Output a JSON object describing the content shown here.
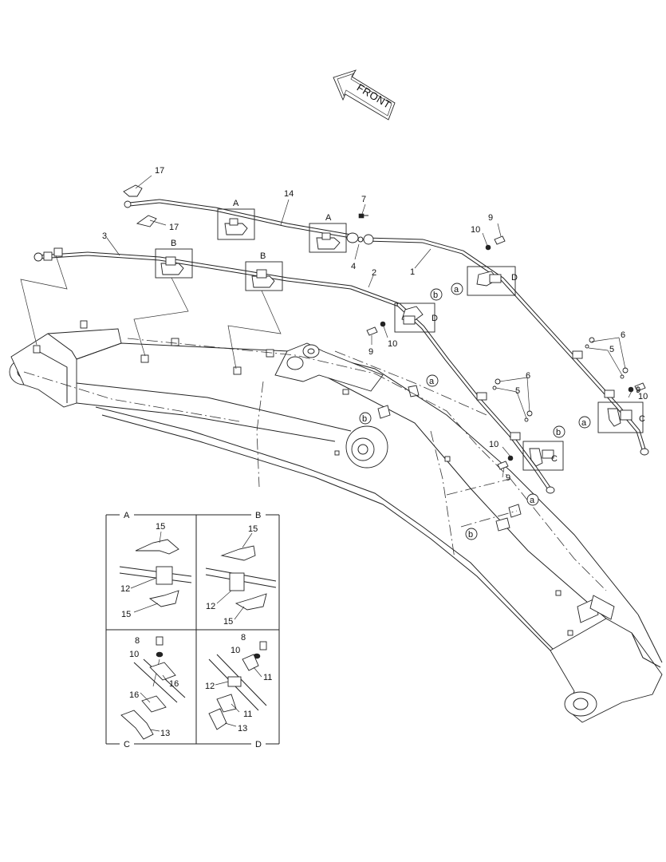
{
  "orientation": {
    "label": "FRONT",
    "icon": "front-direction-arrow"
  },
  "callouts": {
    "c1": "1",
    "c2": "2",
    "c3": "3",
    "c4": "4",
    "c5a": "5",
    "c5b": "5",
    "c6a": "6",
    "c6b": "6",
    "c7": "7",
    "c9a": "9",
    "c9b": "9",
    "c9c": "9",
    "c9d": "9",
    "c10a": "10",
    "c10b": "10",
    "c10c": "10",
    "c10d": "10",
    "c14": "14",
    "c17a": "17",
    "c17b": "17"
  },
  "view_labels": {
    "a1": "A",
    "a2": "A",
    "b1": "B",
    "b2": "B",
    "c1": "C",
    "c2": "C",
    "d1": "D",
    "d2": "D"
  },
  "ref_markers": {
    "a1": "a",
    "a2": "a",
    "a3": "a",
    "a4": "a",
    "b1": "b",
    "b2": "b",
    "b3": "b",
    "b4": "b"
  },
  "detail_panel": {
    "headers": {
      "a": "A",
      "b": "B",
      "c": "C",
      "d": "D"
    },
    "view_a": {
      "c15_top": "15",
      "c12": "12",
      "c15_bottom": "15"
    },
    "view_b": {
      "c15_top": "15",
      "c12": "12",
      "c15_bottom": "15"
    },
    "view_c": {
      "c8": "8",
      "c10": "10",
      "c16_right": "16",
      "c16_left": "16",
      "c13": "13"
    },
    "view_d": {
      "c8": "8",
      "c10": "10",
      "c11_right": "11",
      "c12": "12",
      "c11_lower": "11",
      "c13": "13"
    }
  }
}
